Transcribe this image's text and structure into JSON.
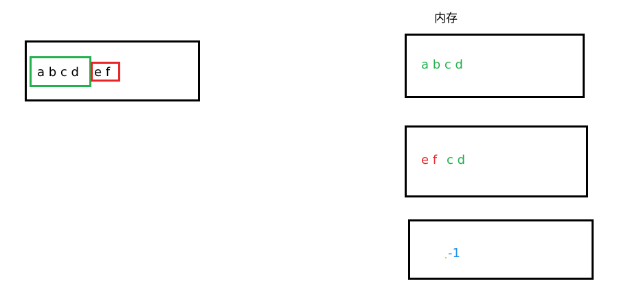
{
  "colors": {
    "green": "#22b14c",
    "red": "#e8262a",
    "blue": "#1e90e8",
    "black": "#000000"
  },
  "source": {
    "abcd": "a b c d",
    "ef": "e f"
  },
  "memory": {
    "title": "内存",
    "slot1": {
      "text": "a b c d"
    },
    "slot2": {
      "ef": "e f",
      "cd": "c d"
    },
    "slot3": {
      "text": "-1"
    }
  }
}
